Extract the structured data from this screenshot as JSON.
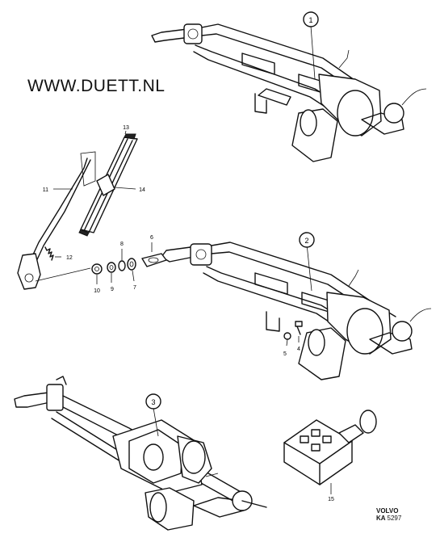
{
  "site_label": "WWW.DUETT.NL",
  "brand": {
    "name": "VOLVO",
    "prefix": "KA",
    "number": "5297"
  },
  "assembly_labels": [
    "1",
    "2",
    "3"
  ],
  "part_labels": [
    "4",
    "5",
    "6",
    "7",
    "8",
    "9",
    "10",
    "11",
    "12",
    "13",
    "14",
    "15"
  ]
}
